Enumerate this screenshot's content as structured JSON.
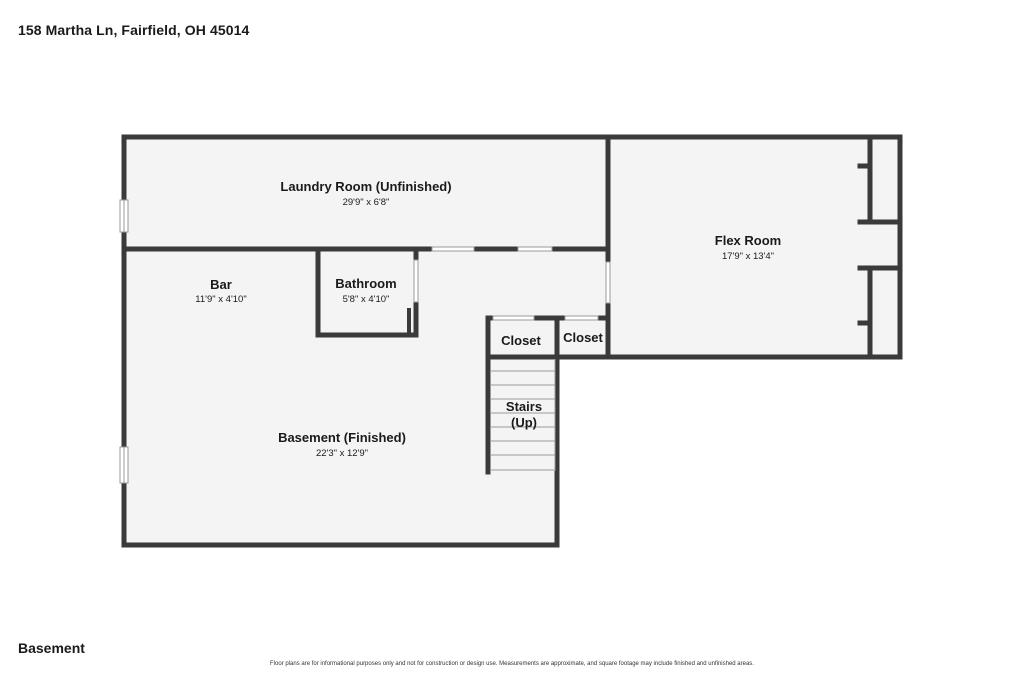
{
  "header": {
    "address": "158 Martha Ln, Fairfield, OH 45014"
  },
  "footer": {
    "floor_name": "Basement",
    "disclaimer": "Floor plans are for informational purposes only and not for construction or design use. Measurements are approximate, and square footage may include finished and unfinished areas."
  },
  "rooms": {
    "laundry": {
      "name": "Laundry Room (Unfinished)",
      "dim": "29'9\" x 6'8\""
    },
    "flex": {
      "name": "Flex Room",
      "dim": "17'9\" x 13'4\""
    },
    "bar": {
      "name": "Bar",
      "dim": "11'9\" x 4'10\""
    },
    "bathroom": {
      "name": "Bathroom",
      "dim": "5'8\" x 4'10\""
    },
    "closet1": {
      "name": "Closet"
    },
    "closet2": {
      "name": "Closet"
    },
    "stairs": {
      "name_line1": "Stairs",
      "name_line2": "(Up)"
    },
    "basement": {
      "name": "Basement (Finished)",
      "dim": "22'3\" x 12'9\""
    }
  },
  "colors": {
    "wall": "#3a3a3a",
    "floor": "#f4f4f4",
    "background": "#ffffff"
  }
}
